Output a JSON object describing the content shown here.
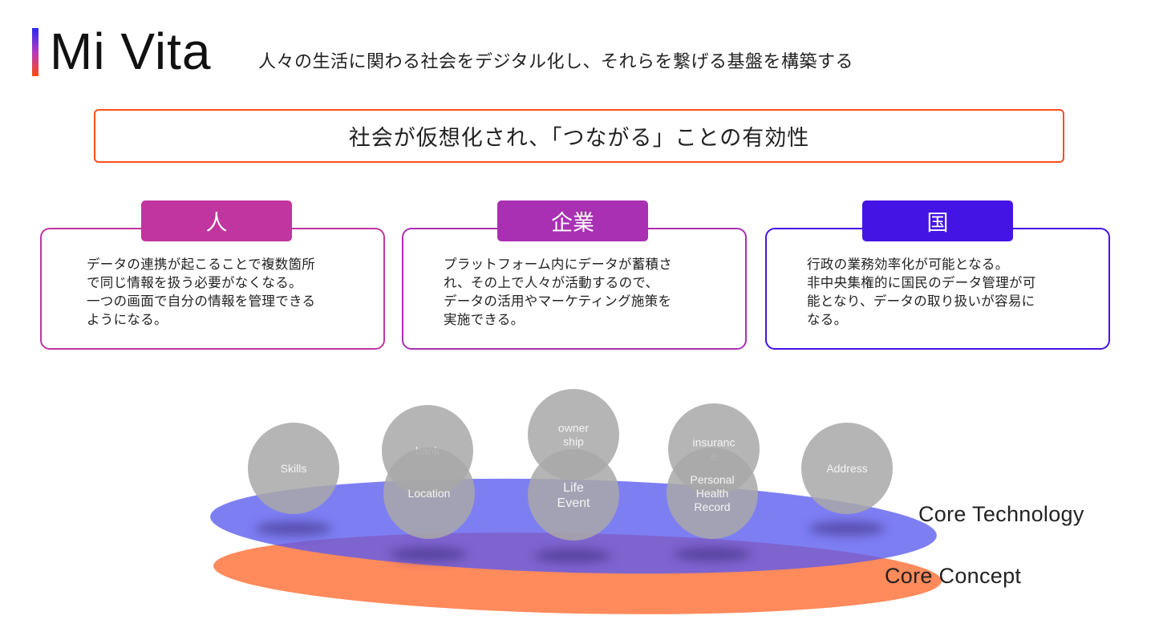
{
  "header": {
    "brand": "Mi Vita",
    "tagline": "人々の生活に関わる社会をデジタル化し、それらを繋げる基盤を構築する",
    "accent_gradient": [
      "#2a2af0",
      "#b23ac0",
      "#ff4a10"
    ]
  },
  "theme": {
    "text": "社会が仮想化され、「つながる」ことの有効性",
    "border_color": "#ff4e1c"
  },
  "cards": [
    {
      "title": "人",
      "color": "#c0359f",
      "lines": [
        "データの連携が起こることで複数箇所",
        "で同じ情報を扱う必要がなくなる。",
        "一つの画面で自分の情報を管理できる",
        "ようになる。"
      ]
    },
    {
      "title": "企業",
      "color": "#a930b3",
      "lines": [
        "プラットフォーム内にデータが蓄積さ",
        "れ、その上で人々が活動するので、",
        "データの活用やマーケティング施策を",
        "実施できる。"
      ]
    },
    {
      "title": "国",
      "color": "#4414e4",
      "lines": [
        "行政の業務効率化が可能となる。",
        "非中央集権的に国民のデータ管理が可",
        "能となり、データの取り扱いが容易に",
        "なる。"
      ]
    }
  ],
  "diagram": {
    "layers": [
      {
        "label": "Core Technology",
        "color": "#5a5af0"
      },
      {
        "label": "Core Concept",
        "color": "#ff8a5c"
      }
    ],
    "circle_color": "#a8a8a8",
    "circles": [
      {
        "lines": [
          "Skills"
        ]
      },
      {
        "lines": [
          "bank"
        ]
      },
      {
        "lines": [
          "owner",
          "ship"
        ]
      },
      {
        "lines": [
          "insuranc",
          "e"
        ]
      },
      {
        "lines": [
          "Address"
        ]
      },
      {
        "lines": [
          "Location"
        ]
      },
      {
        "lines": [
          "Life",
          "Event"
        ]
      },
      {
        "lines": [
          "Personal",
          "Health",
          "Record"
        ]
      }
    ]
  }
}
